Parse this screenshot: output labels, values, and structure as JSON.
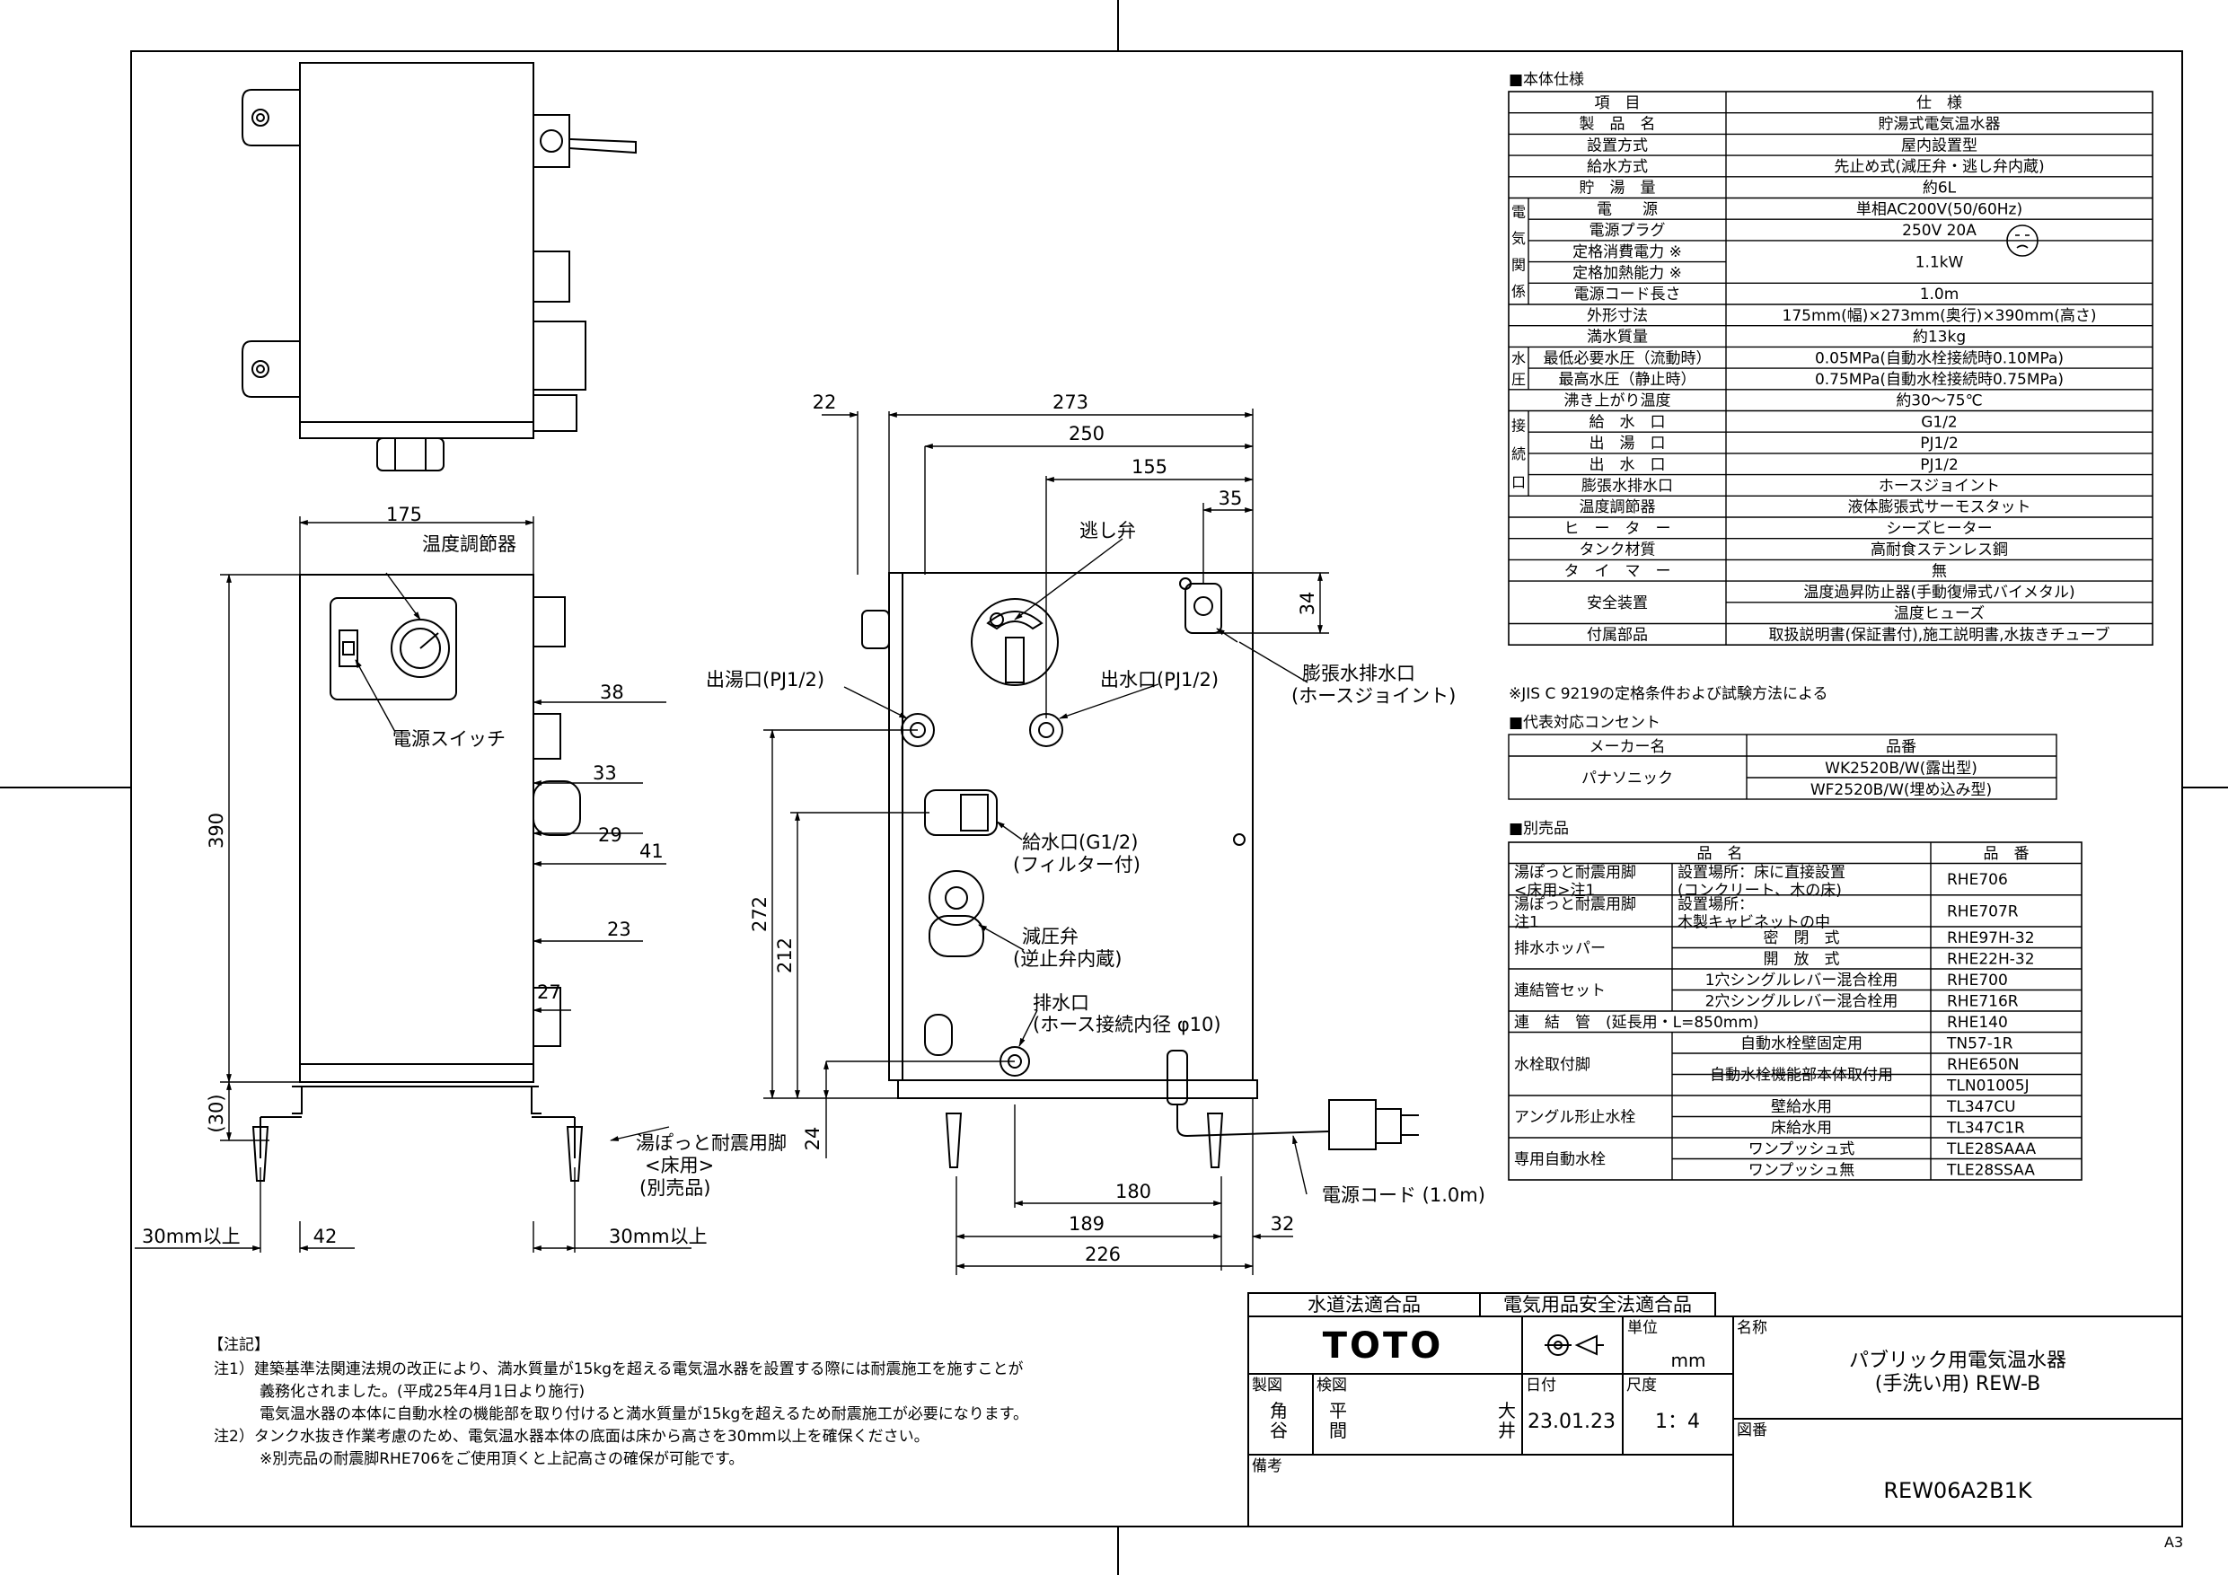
{
  "sheet_size": "A3",
  "spec": {
    "section_title": "■本体仕様",
    "header": [
      "項　目",
      "仕　様"
    ],
    "rows": [
      {
        "group": "",
        "item": "製　品　名",
        "value": "貯湯式電気温水器"
      },
      {
        "group": "",
        "item": "設置方式",
        "value": "屋内設置型"
      },
      {
        "group": "",
        "item": "給水方式",
        "value": "先止め式(減圧弁・逃し弁内蔵)"
      },
      {
        "group": "",
        "item": "貯　湯　量",
        "value": "約6L"
      },
      {
        "group": "電気関係",
        "item": "電　　源",
        "value": "単相AC200V(50/60Hz)"
      },
      {
        "group": "電気関係",
        "item": "電源プラグ",
        "value": "250V 20A"
      },
      {
        "group": "電気関係",
        "item": "定格消費電力 ※",
        "value": "1.1kW"
      },
      {
        "group": "電気関係",
        "item": "定格加熱能力 ※",
        "value": ""
      },
      {
        "group": "電気関係",
        "item": "電源コード長さ",
        "value": "1.0m"
      },
      {
        "group": "",
        "item": "外形寸法",
        "value": "175mm(幅)×273mm(奥行)×390mm(高さ)"
      },
      {
        "group": "",
        "item": "満水質量",
        "value": "約13kg"
      },
      {
        "group": "水圧",
        "item": "最低必要水圧（流動時）",
        "value": "0.05MPa(自動水栓接続時0.10MPa)"
      },
      {
        "group": "水圧",
        "item": "最高水圧（静止時）",
        "value": "0.75MPa(自動水栓接続時0.75MPa)"
      },
      {
        "group": "",
        "item": "沸き上がり温度",
        "value": "約30～75℃"
      },
      {
        "group": "接続口",
        "item": "給　水　口",
        "value": "G1/2"
      },
      {
        "group": "接続口",
        "item": "出　湯　口",
        "value": "PJ1/2"
      },
      {
        "group": "接続口",
        "item": "出　水　口",
        "value": "PJ1/2"
      },
      {
        "group": "接続口",
        "item": "膨張水排水口",
        "value": "ホースジョイント"
      },
      {
        "group": "",
        "item": "温度調節器",
        "value": "液体膨張式サーモスタット"
      },
      {
        "group": "",
        "item": "ヒ　ー　タ　ー",
        "value": "シーズヒーター"
      },
      {
        "group": "",
        "item": "タンク材質",
        "value": "高耐食ステンレス鋼"
      },
      {
        "group": "",
        "item": "タ　イ　マ　ー",
        "value": "無"
      },
      {
        "group": "",
        "item": "安全装置",
        "value": "温度過昇防止器(手動復帰式バイメタル)"
      },
      {
        "group": "",
        "item": "",
        "value": "温度ヒューズ"
      },
      {
        "group": "",
        "item": "付属部品",
        "value": "取扱説明書(保証書付),施工説明書,水抜きチューブ"
      }
    ],
    "groups": {
      "elec": "電気関係",
      "water": "水圧",
      "conn": "接続口"
    },
    "footnote": "※JIS C 9219の定格条件および試験方法による"
  },
  "outlet": {
    "section_title": "■代表対応コンセント",
    "header": [
      "メーカー名",
      "品番"
    ],
    "maker": "パナソニック",
    "parts": [
      "WK2520B/W(露出型)",
      "WF2520B/W(埋め込み型)"
    ]
  },
  "options": {
    "section_title": "■別売品",
    "header": [
      "品　名",
      "品　番"
    ],
    "rows": [
      {
        "name": "湯ぽっと耐震用脚 <床用>注1",
        "detail": "設置場所：床に直接設置 (コンクリート、木の床)",
        "code": "RHE706"
      },
      {
        "name": "湯ぽっと耐震用脚 注1",
        "detail": "設置場所： 木製キャビネットの中",
        "code": "RHE707R"
      },
      {
        "name": "排水ホッパー",
        "detail": "密　閉　式",
        "code": "RHE97H-32"
      },
      {
        "name": "",
        "detail": "開　放　式",
        "code": "RHE22H-32"
      },
      {
        "name": "連結管セット",
        "detail": "1穴シングルレバー混合栓用",
        "code": "RHE700"
      },
      {
        "name": "",
        "detail": "2穴シングルレバー混合栓用",
        "code": "RHE716R"
      },
      {
        "name": "連　結　管　(延長用・L=850mm)",
        "detail": "",
        "code": "RHE140"
      },
      {
        "name": "水栓取付脚",
        "detail": "自動水栓壁固定用",
        "code": "TN57-1R"
      },
      {
        "name": "",
        "detail": "自動水栓機能部本体取付用",
        "code": "RHE650N"
      },
      {
        "name": "",
        "detail": "",
        "code": "TLN01005J"
      },
      {
        "name": "アングル形止水栓",
        "detail": "壁給水用",
        "code": "TL347CU"
      },
      {
        "name": "",
        "detail": "床給水用",
        "code": "TL347C1R"
      },
      {
        "name": "専用自動水栓",
        "detail": "ワンプッシュ式",
        "code": "TLE28SAAA"
      },
      {
        "name": "",
        "detail": "ワンプッシュ無",
        "code": "TLE28SSAA"
      }
    ]
  },
  "drawing": {
    "front_view": {
      "width_dim": "175",
      "height_dim": "390",
      "bottom_dim": "(30)",
      "left_clear": "30mm以上",
      "foot_dim": "42",
      "right_clear": "30mm以上",
      "dims_right": [
        "38",
        "33",
        "29",
        "41",
        "23",
        "27"
      ],
      "labels": {
        "thermostat": "温度調節器",
        "power_switch": "電源スイッチ",
        "leg_1": "湯ぽっと耐震用脚",
        "leg_2": "<床用>",
        "leg_3": "(別売品)"
      }
    },
    "side_view": {
      "dims_top": [
        "22",
        "273",
        "250",
        "155",
        "35"
      ],
      "dim_34": "34",
      "dims_left": [
        "272",
        "212",
        "24"
      ],
      "dims_bottom": [
        "180",
        "189",
        "32",
        "226"
      ],
      "labels": {
        "relief_valve": "逃し弁",
        "hot_outlet": "出湯口(PJ1/2)",
        "water_outlet": "出水口(PJ1/2)",
        "expansion_1": "膨張水排水口",
        "expansion_2": "(ホースジョイント)",
        "inlet_1": "給水口(G1/2)",
        "inlet_2": "(フィルター付)",
        "pressure_1": "減圧弁",
        "pressure_2": "(逆止弁内蔵)",
        "drain_1": "排水口",
        "drain_2": "(ホース接続内径 φ10)",
        "cord": "電源コード (1.0m)"
      }
    }
  },
  "notes": {
    "title": "【注記】",
    "lines": [
      "注1）建築基準法関連法規の改正により、満水質量が15kgを超える電気温水器を設置する際には耐震施工を施すことが",
      "　　　義務化されました。(平成25年4月1日より施行)",
      "　　　電気温水器の本体に自動水栓の機能部を取り付けると満水質量が15kgを超えるため耐震施工が必要になります。",
      "注2）タンク水抜き作業考慮のため、電気温水器本体の底面は床から高さを30mm以上を確保ください。",
      "　　　※別売品の耐震脚RHE706をご使用頂くと上記高さの確保が可能です。"
    ]
  },
  "title_block": {
    "cert_water": "水道法適合品",
    "cert_elec": "電気用品安全法適合品",
    "brand": "TOTO",
    "unit_label": "単位",
    "unit_value": "mm",
    "name_label": "名称",
    "name_line1": "パブリック用電気温水器",
    "name_line2": "(手洗い用) REW-B",
    "made_label": "製図",
    "made_value_1": "角",
    "made_value_2": "谷",
    "check_label": "検図",
    "check_value_1": "平",
    "check_value_2": "間",
    "check_value_3": "大",
    "check_value_4": "井",
    "date_label": "日付",
    "date_value": "23.01.23",
    "scale_label": "尺度",
    "scale_value": "1：4",
    "drawing_no_label": "図番",
    "drawing_no": "REW06A2B1K",
    "remarks_label": "備考"
  }
}
